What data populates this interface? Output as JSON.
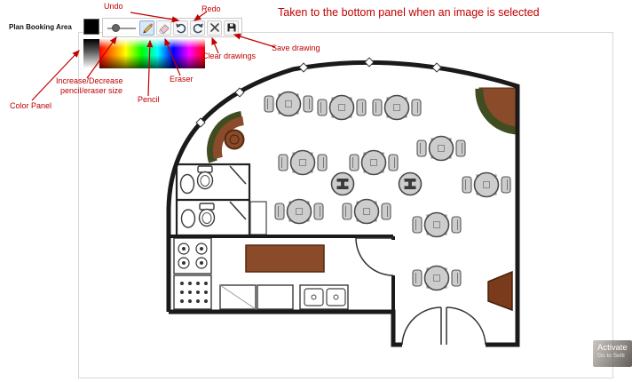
{
  "page": {
    "title": "Plan Booking Area"
  },
  "banner": {
    "text": "Taken to the bottom panel when an image is selected"
  },
  "toolbar": {
    "icons": [
      "color-swatch",
      "size-slider",
      "pencil-icon",
      "eraser-icon",
      "undo-icon",
      "redo-icon",
      "clear-drawings-icon",
      "save-drawing-icon"
    ],
    "selected_tool": "pencil",
    "current_color": "#000000"
  },
  "annotations": {
    "undo": "Undo",
    "redo": "Redo",
    "save": "Save drawing",
    "clear": "Clear drawings",
    "eraser": "Eraser",
    "pencil": "Pencil",
    "size_line1": "Increase/Decrease",
    "size_line2": "pencil/eraser size",
    "color_panel": "Color Panel"
  },
  "watermark": {
    "line1": "Activate",
    "line2": "Go to Setti"
  },
  "colors": {
    "annotation": "#c00000",
    "wall": "#1a1a1a",
    "wood": "#8a4b2b",
    "bench_green": "#3f4d21",
    "table_gray": "#cdcdcd"
  }
}
